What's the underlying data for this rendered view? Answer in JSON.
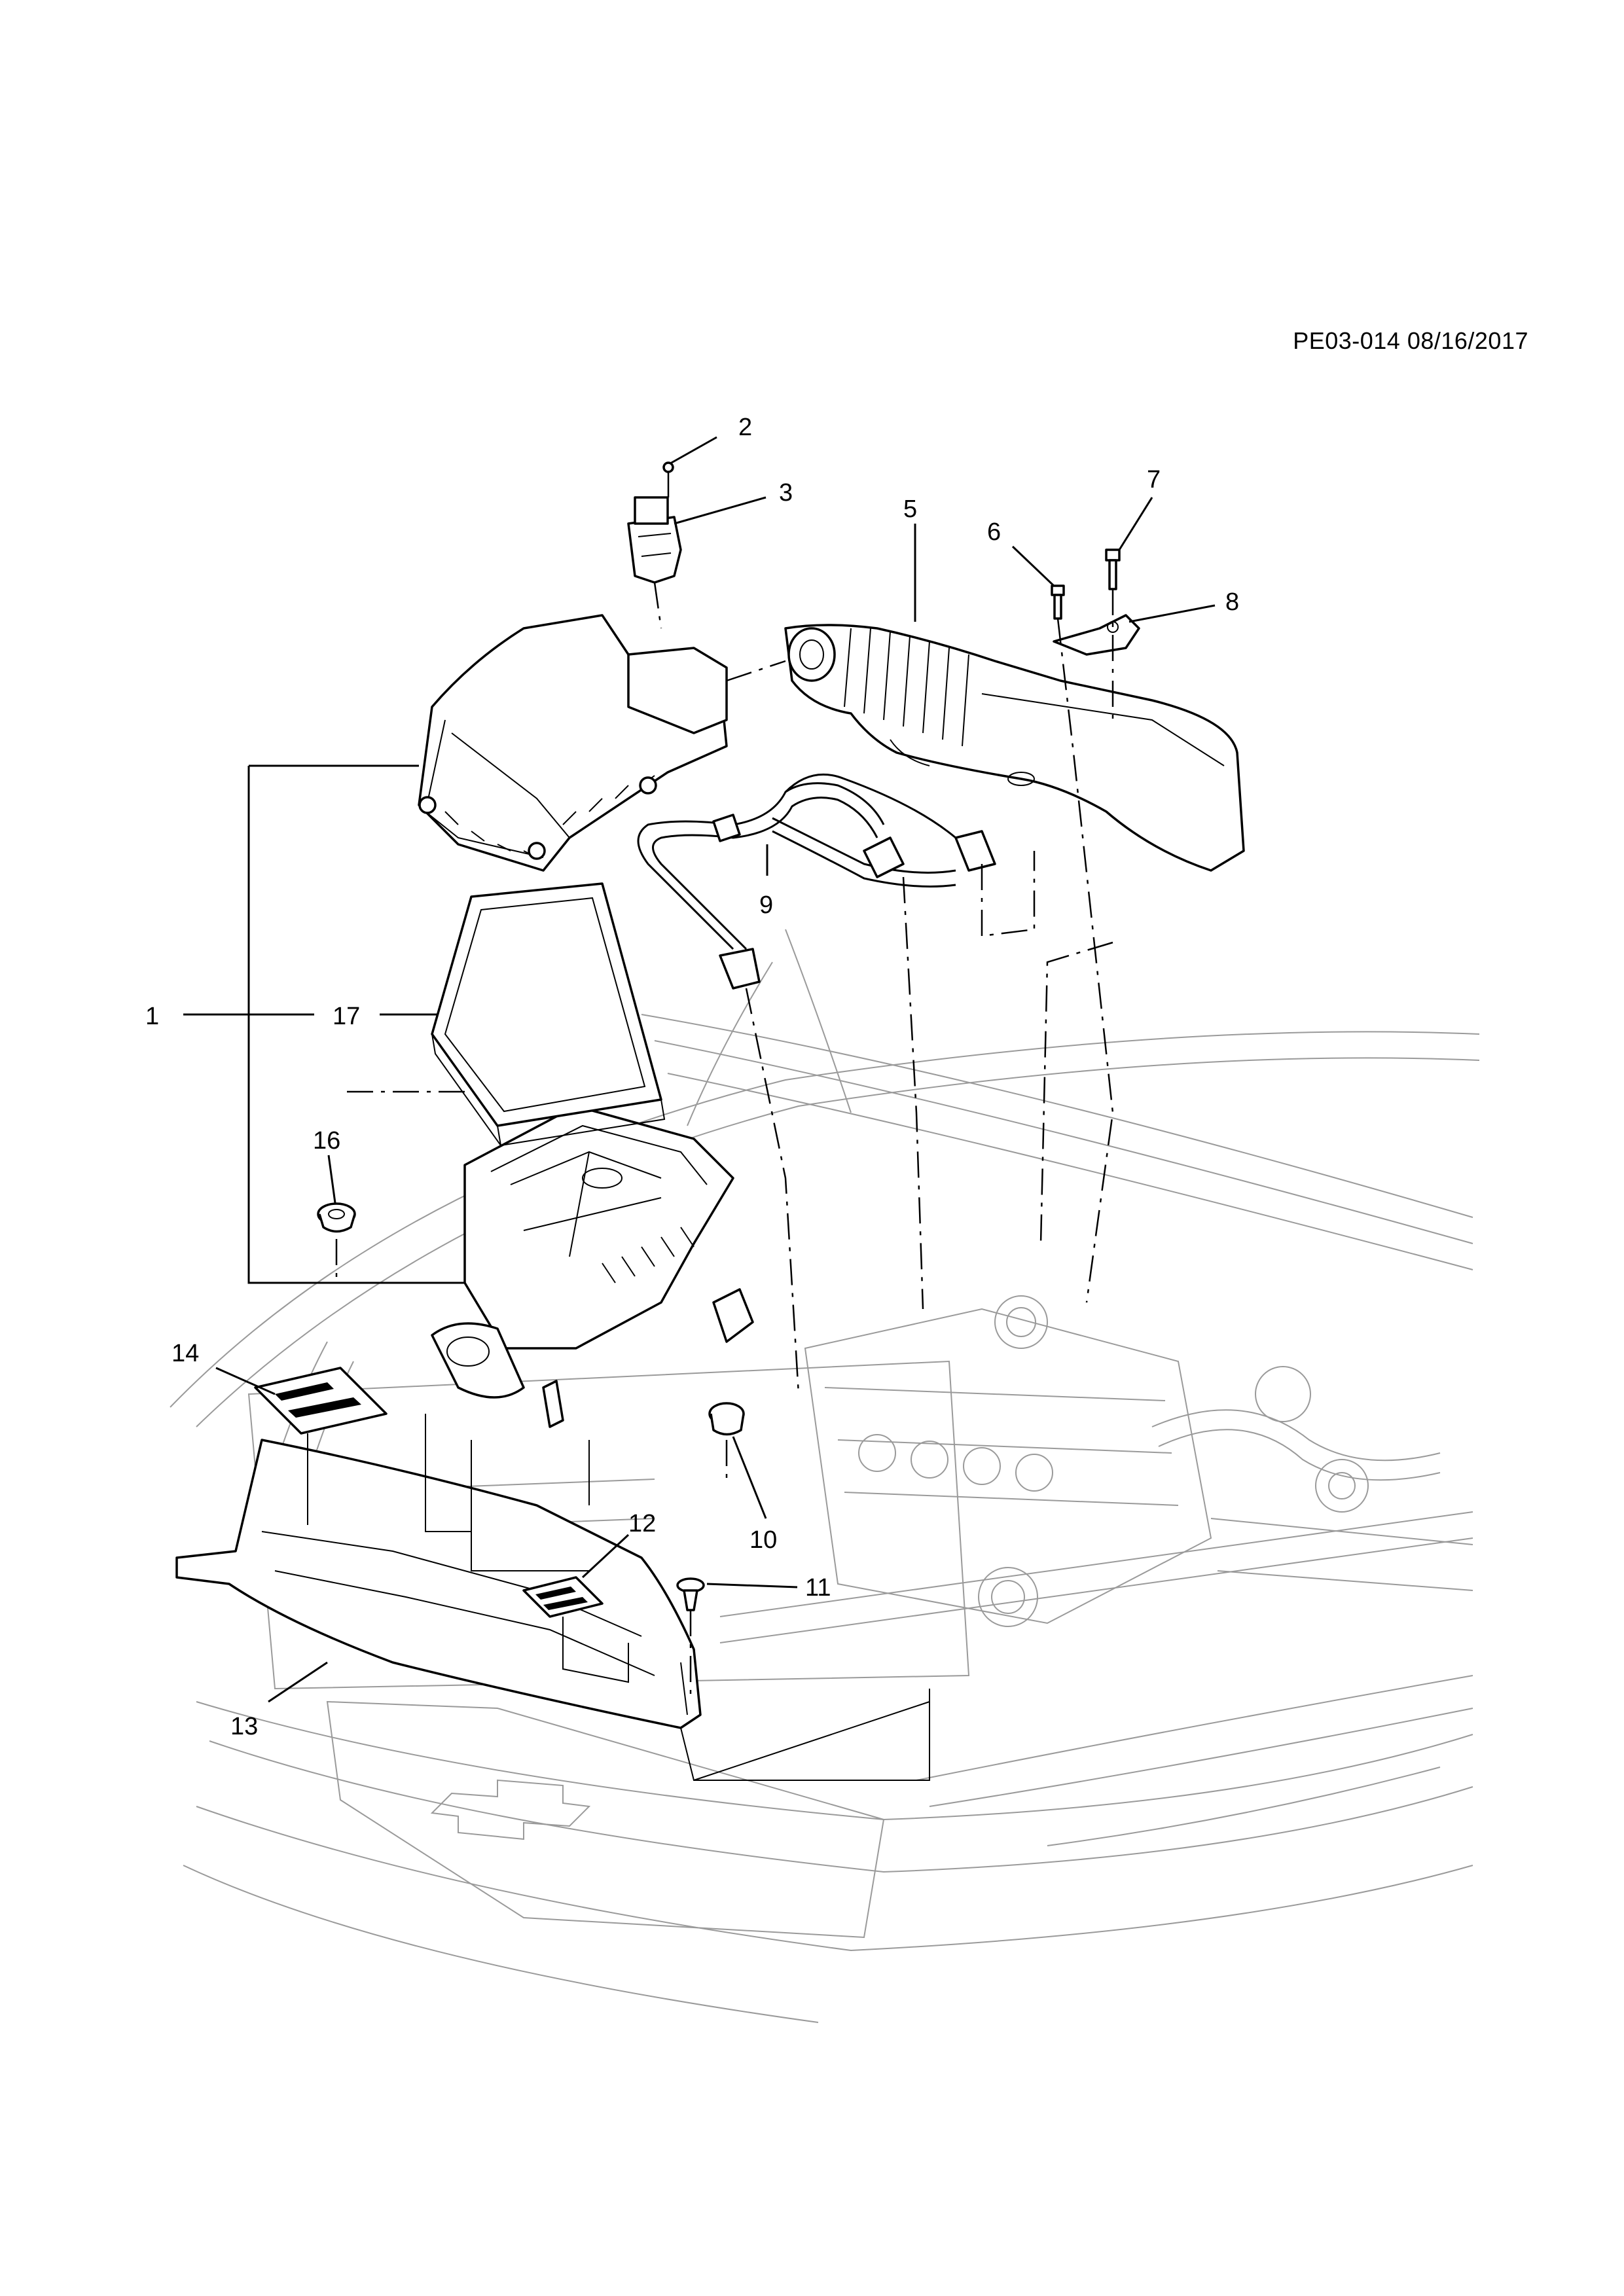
{
  "reference": "PE03-014 08/16/2017",
  "callouts": [
    "1",
    "2",
    "3",
    "5",
    "6",
    "7",
    "8",
    "9",
    "10",
    "11",
    "12",
    "13",
    "14",
    "16",
    "17"
  ]
}
